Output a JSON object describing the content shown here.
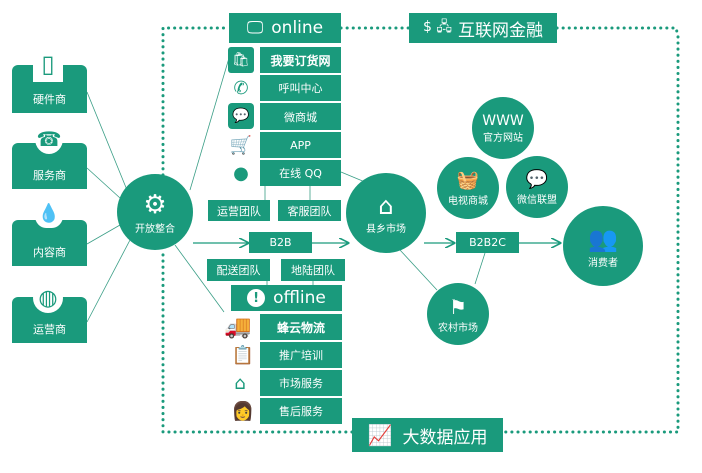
{
  "colors": {
    "primary": "#1a9a7c"
  },
  "suppliers": [
    {
      "label": "硬件商",
      "icon": "phone-icon"
    },
    {
      "label": "服务商",
      "icon": "customer-service-icon"
    },
    {
      "label": "内容商",
      "icon": "hand-drop-icon"
    },
    {
      "label": "运营商",
      "icon": "globe-hand-icon"
    }
  ],
  "hub": {
    "label": "开放整合",
    "icon": "gears-icon"
  },
  "online": {
    "title": "online",
    "icon": "monitor-wifi-icon",
    "items": [
      {
        "label": "我要订货网",
        "icon": "basket-tablet-icon"
      },
      {
        "label": "呼叫中心",
        "icon": "phone-call-icon"
      },
      {
        "label": "微商城",
        "icon": "wechat-icon"
      },
      {
        "label": "APP",
        "icon": "cart-icon"
      },
      {
        "label": "在线 QQ",
        "icon": "qq-icon"
      }
    ],
    "teams": [
      "运营团队",
      "客服团队"
    ]
  },
  "finance": {
    "title": "互联网金融",
    "icon": "dollar-network-icon"
  },
  "b2b": "B2B",
  "b2b2c": "B2B2C",
  "offline": {
    "title": "offline",
    "icon": "exclamation-icon",
    "teams": [
      "配送团队",
      "地陆团队"
    ],
    "items": [
      {
        "label": "蜂云物流",
        "icon": "truck-icon"
      },
      {
        "label": "推广培训",
        "icon": "clipboard-icon"
      },
      {
        "label": "市场服务",
        "icon": "houses-icon"
      },
      {
        "label": "售后服务",
        "icon": "woman-icon"
      }
    ]
  },
  "county": "县乡市场",
  "rural": "农村市场",
  "www": {
    "title": "WWW",
    "label": "官方网站"
  },
  "tvmall": "电视商城",
  "wechat": "微信联盟",
  "consumer": "消费者",
  "bigdata": {
    "title": "大数据应用",
    "icon": "chart-growth-icon"
  }
}
